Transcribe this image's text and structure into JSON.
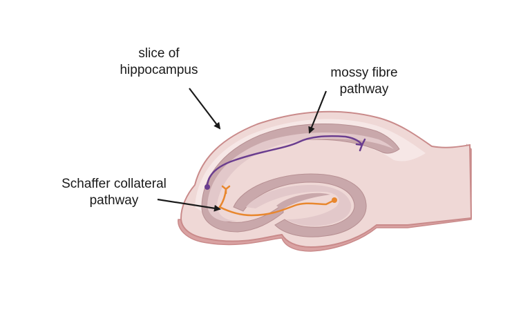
{
  "labels": {
    "slice_of_hippocampus": {
      "line1": "slice of",
      "line2": "hippocampus"
    },
    "mossy_fibre_pathway": {
      "line1": "mossy fibre",
      "line2": "pathway"
    },
    "schaffer_collateral_pathway": {
      "line1": "Schaffer collateral",
      "line2": "pathway"
    }
  },
  "colors": {
    "tissue_fill": "#efd8d6",
    "tissue_outline": "#c98a8a",
    "tissue_edge": "#d9a2a2",
    "inner_band": "#c9a8ab",
    "inner_band_light": "#e2c8ca",
    "mossy_fibre": "#6a3d8f",
    "schaffer_collateral": "#e8872e",
    "arrow": "#1a1a1a"
  }
}
